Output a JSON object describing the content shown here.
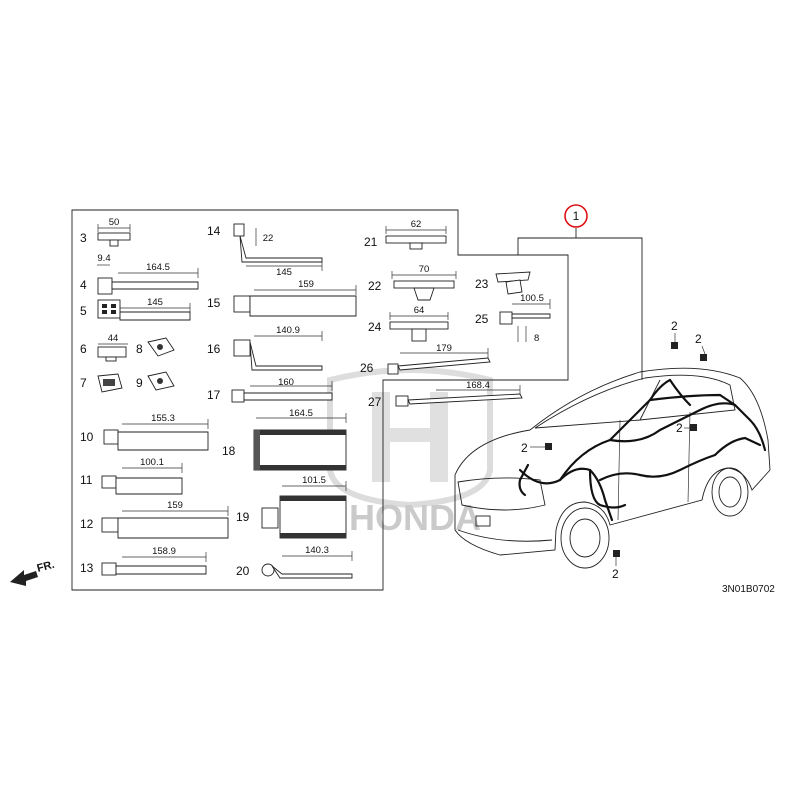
{
  "diagram": {
    "code": "3N01B0702",
    "front_label": "FR.",
    "watermark": "HONDA",
    "main_part": "1",
    "parts": [
      {
        "id": "3",
        "dims": [
          "50"
        ]
      },
      {
        "id": "4",
        "dims": [
          "9.4",
          "164.5"
        ]
      },
      {
        "id": "5",
        "dims": [
          "145"
        ]
      },
      {
        "id": "6",
        "dims": [
          "44"
        ]
      },
      {
        "id": "7",
        "dims": []
      },
      {
        "id": "8",
        "dims": []
      },
      {
        "id": "9",
        "dims": []
      },
      {
        "id": "10",
        "dims": [
          "155.3"
        ]
      },
      {
        "id": "11",
        "dims": [
          "100.1"
        ]
      },
      {
        "id": "12",
        "dims": [
          "159"
        ]
      },
      {
        "id": "13",
        "dims": [
          "158.9"
        ]
      },
      {
        "id": "14",
        "dims": [
          "22",
          "145"
        ]
      },
      {
        "id": "15",
        "dims": [
          "159"
        ]
      },
      {
        "id": "16",
        "dims": [
          "140.9"
        ]
      },
      {
        "id": "17",
        "dims": [
          "160"
        ]
      },
      {
        "id": "18",
        "dims": [
          "164.5"
        ]
      },
      {
        "id": "19",
        "dims": [
          "101.5"
        ]
      },
      {
        "id": "20",
        "dims": [
          "140.3"
        ]
      },
      {
        "id": "21",
        "dims": [
          "62"
        ]
      },
      {
        "id": "22",
        "dims": [
          "70"
        ]
      },
      {
        "id": "23",
        "dims": []
      },
      {
        "id": "24",
        "dims": [
          "64"
        ]
      },
      {
        "id": "25",
        "dims": [
          "100.5",
          "8"
        ]
      },
      {
        "id": "26",
        "dims": [
          "179"
        ]
      },
      {
        "id": "27",
        "dims": [
          "168.4"
        ]
      }
    ],
    "bolt_labels": [
      "2",
      "2",
      "2",
      "2",
      "2",
      "2"
    ]
  }
}
